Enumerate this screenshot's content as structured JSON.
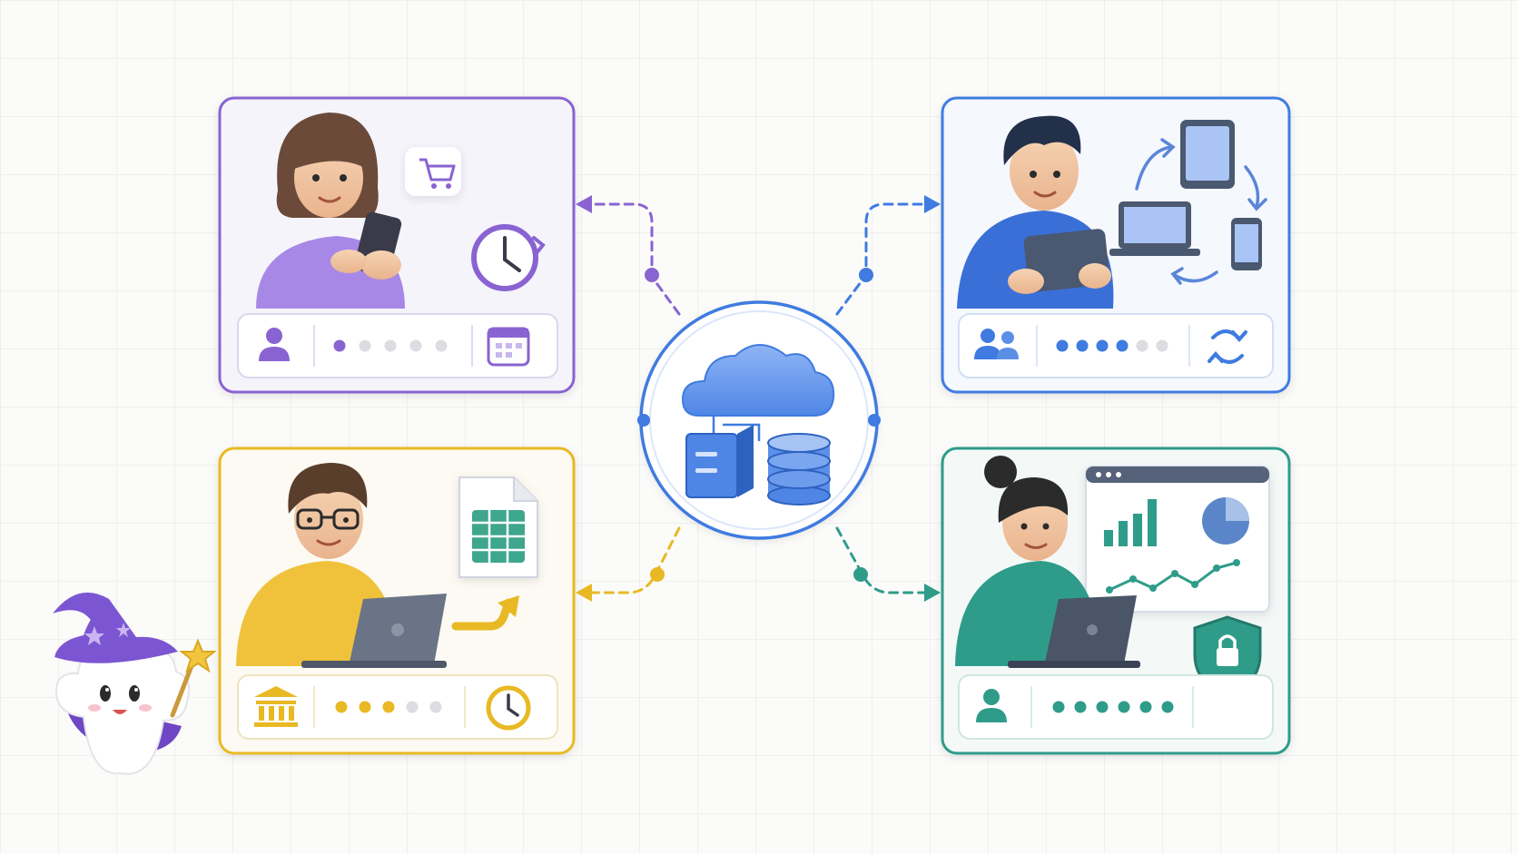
{
  "hub": {
    "icon": "cloud-database-icon",
    "color": "#3f7be0"
  },
  "cards": [
    {
      "id": "shopper",
      "accent": "#8a63d2",
      "status_icon": "user-icon",
      "progress": {
        "filled": 1,
        "total": 5
      },
      "end_icon": "calendar-icon",
      "feature_icons": [
        "shopping-cart-icon",
        "clock-icon"
      ],
      "flow": "to-card"
    },
    {
      "id": "sync",
      "accent": "#3f7be0",
      "status_icon": "users-icon",
      "progress": {
        "filled": 4,
        "total": 6
      },
      "end_icon": "sync-icon",
      "feature_icons": [
        "tablet-icon",
        "laptop-icon",
        "phone-icon"
      ],
      "flow": "to-card"
    },
    {
      "id": "finance",
      "accent": "#e8b923",
      "status_icon": "bank-icon",
      "progress": {
        "filled": 3,
        "total": 5
      },
      "end_icon": "clock-icon",
      "feature_icons": [
        "spreadsheet-icon",
        "arrow-icon"
      ],
      "flow": "to-card"
    },
    {
      "id": "analytics",
      "accent": "#2f9c8a",
      "status_icon": "user-icon",
      "progress": {
        "filled": 6,
        "total": 6
      },
      "end_icon": "shield-lock-icon",
      "feature_icons": [
        "dashboard-icon",
        "bar-chart-icon",
        "pie-chart-icon",
        "line-chart-icon"
      ],
      "flow": "to-card"
    }
  ],
  "mascot": {
    "icon": "wizard-cloud-icon"
  }
}
